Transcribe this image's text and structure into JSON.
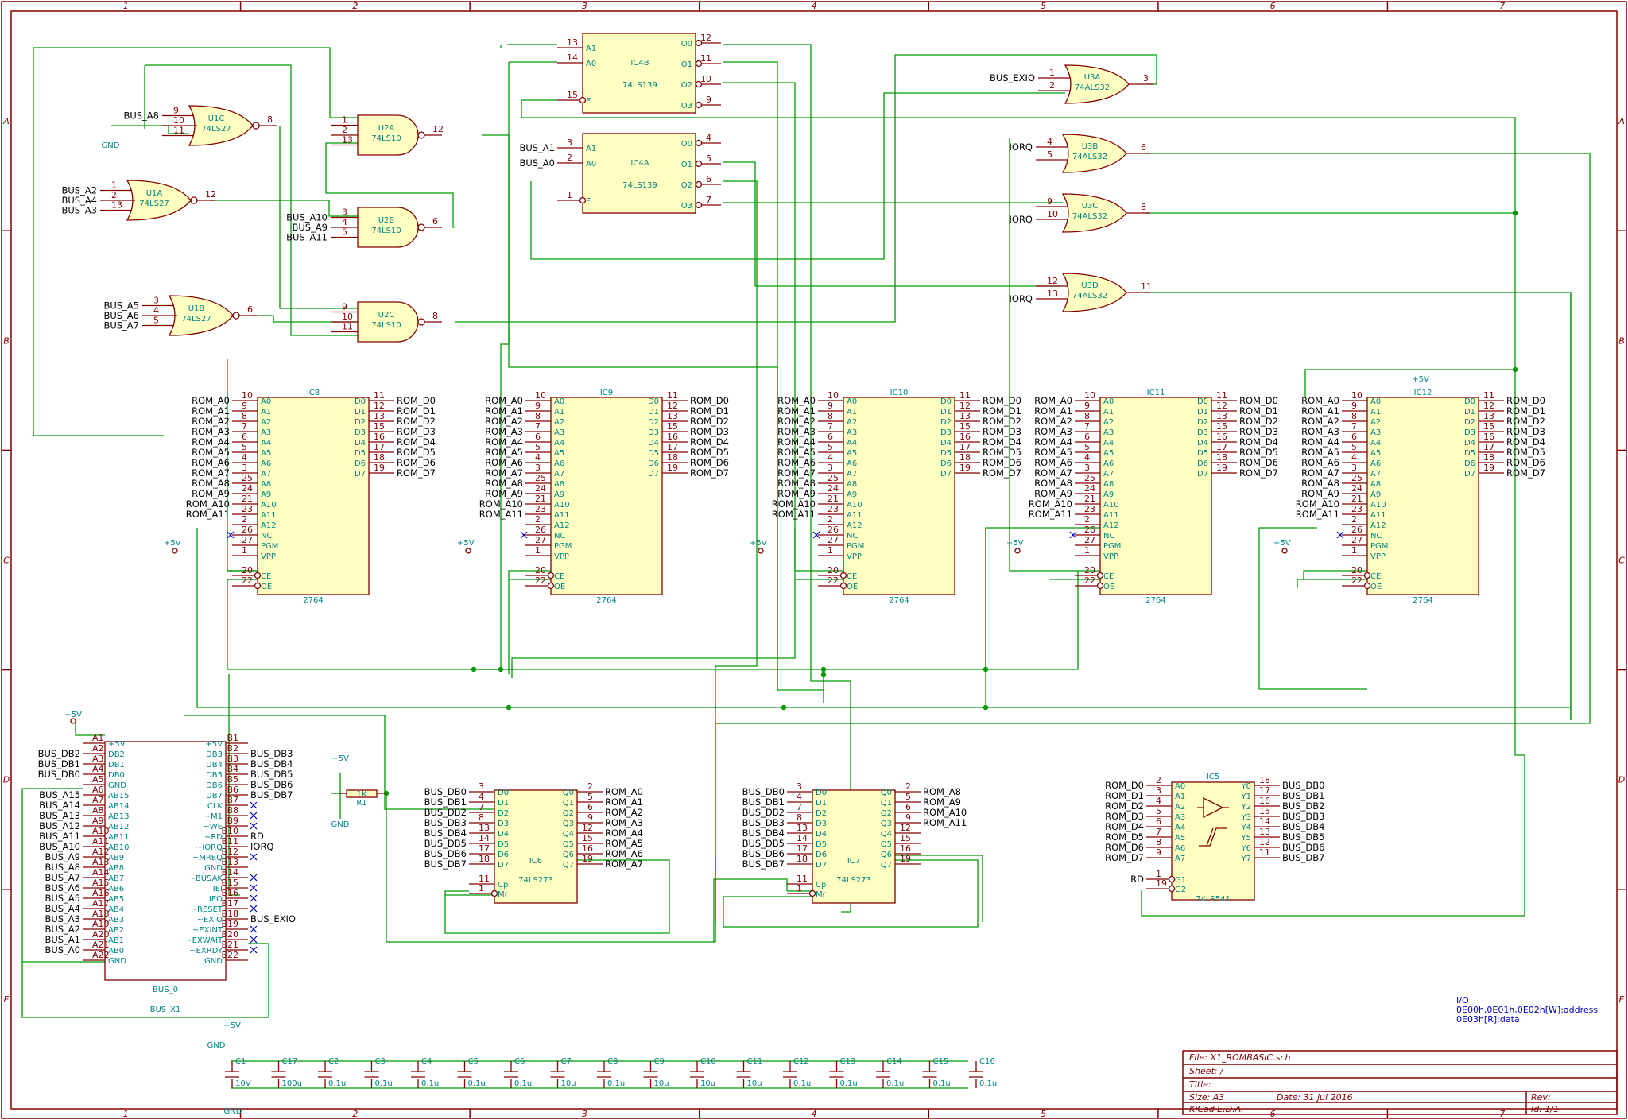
{
  "file": "File: X1_ROMBASIC.sch",
  "sheet": "Sheet: /",
  "title": "Title:",
  "size": "Size: A3",
  "date": "Date: 31 jul 2016",
  "rev": "Rev:",
  "tool": "KiCad E.D.A.",
  "id": "Id: 1/1",
  "note": [
    "I/O",
    "0E00h,0E01h,0E02h[W]:address",
    "0E03h[R]:data"
  ],
  "col_nums": [
    "1",
    "2",
    "3",
    "4",
    "5",
    "6",
    "7"
  ],
  "row_letters": [
    "A",
    "B",
    "C",
    "D",
    "E"
  ],
  "gates": [
    {
      "ref": "U1C",
      "part": "74LS27",
      "ins": [
        [
          "BUS_A8",
          "9"
        ],
        [
          "",
          "10"
        ],
        [
          "",
          "11"
        ]
      ],
      "out": "8"
    },
    {
      "ref": "U1A",
      "part": "74LS27",
      "ins": [
        [
          "BUS_A2",
          "1"
        ],
        [
          "BUS_A4",
          "2"
        ],
        [
          "BUS_A3",
          "13"
        ]
      ],
      "out": "12"
    },
    {
      "ref": "U1B",
      "part": "74LS27",
      "ins": [
        [
          "BUS_A5",
          "3"
        ],
        [
          "BUS_A6",
          "4"
        ],
        [
          "BUS_A7",
          "5"
        ]
      ],
      "out": "6"
    },
    {
      "ref": "U2A",
      "part": "74LS10",
      "ins": [
        [
          "",
          "1"
        ],
        [
          "",
          "2"
        ],
        [
          "",
          "13"
        ]
      ],
      "out": "12"
    },
    {
      "ref": "U2B",
      "part": "74LS10",
      "ins": [
        [
          "BUS_A10",
          "3"
        ],
        [
          "BUS_A9",
          "4"
        ],
        [
          "BUS_A11",
          "5"
        ]
      ],
      "out": "6"
    },
    {
      "ref": "U2C",
      "part": "74LS10",
      "ins": [
        [
          "",
          "9"
        ],
        [
          "",
          "10"
        ],
        [
          "",
          "11"
        ]
      ],
      "out": "8"
    },
    {
      "ref": "U3A",
      "part": "74ALS32",
      "ins": [
        [
          "BUS_EXIO",
          "1"
        ],
        [
          "",
          "2"
        ]
      ],
      "out": "3"
    },
    {
      "ref": "U3B",
      "part": "74ALS32",
      "ins": [
        [
          "IORQ",
          "4"
        ],
        [
          "",
          "5"
        ]
      ],
      "out": "6"
    },
    {
      "ref": "U3C",
      "part": "74ALS32",
      "ins": [
        [
          "",
          "9"
        ],
        [
          "IORQ",
          "10"
        ]
      ],
      "out": "8"
    },
    {
      "ref": "U3D",
      "part": "74ALS32",
      "ins": [
        [
          "",
          "12"
        ],
        [
          "IORQ",
          "13"
        ]
      ],
      "out": "11"
    }
  ],
  "dec": [
    {
      "ref": "IC4B",
      "part": "74LS139",
      "ins": [
        [
          "",
          "13",
          "A1"
        ],
        [
          "",
          "14",
          "A0"
        ],
        [
          "",
          "15",
          "E"
        ]
      ],
      "outs": [
        [
          "12",
          "O0"
        ],
        [
          "11",
          "O1"
        ],
        [
          "10",
          "O2"
        ],
        [
          "9",
          "O3"
        ]
      ]
    },
    {
      "ref": "IC4A",
      "part": "74LS139",
      "ins": [
        [
          "BUS_A1",
          "3",
          "A1"
        ],
        [
          "BUS_A0",
          "2",
          "A0"
        ],
        [
          "",
          "1",
          "E"
        ]
      ],
      "outs": [
        [
          "4",
          "O0"
        ],
        [
          "5",
          "O1"
        ],
        [
          "6",
          "O2"
        ],
        [
          "7",
          "O3"
        ]
      ]
    }
  ],
  "rom_part": "2764",
  "roms": [
    "IC8",
    "IC9",
    "IC10",
    "IC11",
    "IC12"
  ],
  "rom_left_pins": [
    [
      "10",
      "A0",
      "ROM_A0"
    ],
    [
      "9",
      "A1",
      "ROM_A1"
    ],
    [
      "8",
      "A2",
      "ROM_A2"
    ],
    [
      "7",
      "A3",
      "ROM_A3"
    ],
    [
      "6",
      "A4",
      "ROM_A4"
    ],
    [
      "5",
      "A5",
      "ROM_A5"
    ],
    [
      "4",
      "A6",
      "ROM_A6"
    ],
    [
      "3",
      "A7",
      "ROM_A7"
    ],
    [
      "25",
      "A8",
      "ROM_A8"
    ],
    [
      "24",
      "A9",
      "ROM_A9"
    ],
    [
      "21",
      "A10",
      "ROM_A10"
    ],
    [
      "23",
      "A11",
      "ROM_A11"
    ],
    [
      "2",
      "A12",
      ""
    ],
    [
      "26",
      "NC",
      ""
    ],
    [
      "27",
      "PGM",
      ""
    ],
    [
      "1",
      "VPP",
      ""
    ],
    [
      "20",
      "CE",
      ""
    ],
    [
      "22",
      "OE",
      ""
    ]
  ],
  "rom_right_pins": [
    [
      "11",
      "D0",
      "ROM_D0"
    ],
    [
      "12",
      "D1",
      "ROM_D1"
    ],
    [
      "13",
      "D2",
      "ROM_D2"
    ],
    [
      "15",
      "D3",
      "ROM_D3"
    ],
    [
      "16",
      "D4",
      "ROM_D4"
    ],
    [
      "17",
      "D5",
      "ROM_D5"
    ],
    [
      "18",
      "D6",
      "ROM_D6"
    ],
    [
      "19",
      "D7",
      "ROM_D7"
    ]
  ],
  "latches": [
    {
      "ref": "IC6",
      "part": "74LS273",
      "ins": [
        [
          "BUS_DB0",
          "3",
          "D0"
        ],
        [
          "BUS_DB1",
          "4",
          "D1"
        ],
        [
          "BUS_DB2",
          "7",
          "D2"
        ],
        [
          "BUS_DB3",
          "8",
          "D3"
        ],
        [
          "BUS_DB4",
          "13",
          "D4"
        ],
        [
          "BUS_DB5",
          "14",
          "D5"
        ],
        [
          "BUS_DB6",
          "17",
          "D6"
        ],
        [
          "BUS_DB7",
          "18",
          "D7"
        ]
      ],
      "outs": [
        [
          "2",
          "Q0",
          "ROM_A0"
        ],
        [
          "5",
          "Q1",
          "ROM_A1"
        ],
        [
          "6",
          "Q2",
          "ROM_A2"
        ],
        [
          "9",
          "Q3",
          "ROM_A3"
        ],
        [
          "12",
          "Q4",
          "ROM_A4"
        ],
        [
          "15",
          "Q5",
          "ROM_A5"
        ],
        [
          "16",
          "Q6",
          "ROM_A6"
        ],
        [
          "19",
          "Q7",
          "ROM_A7"
        ]
      ],
      "clk": [
        [
          "11",
          "Cp"
        ],
        [
          "1",
          "Mr"
        ]
      ]
    },
    {
      "ref": "IC7",
      "part": "74LS273",
      "ins": [
        [
          "BUS_DB0",
          "3",
          "D0"
        ],
        [
          "BUS_DB1",
          "4",
          "D1"
        ],
        [
          "BUS_DB2",
          "7",
          "D2"
        ],
        [
          "BUS_DB3",
          "8",
          "D3"
        ],
        [
          "BUS_DB4",
          "13",
          "D4"
        ],
        [
          "BUS_DB5",
          "14",
          "D5"
        ],
        [
          "BUS_DB6",
          "17",
          "D6"
        ],
        [
          "BUS_DB7",
          "18",
          "D7"
        ]
      ],
      "outs": [
        [
          "2",
          "Q0",
          "ROM_A8"
        ],
        [
          "5",
          "Q1",
          "ROM_A9"
        ],
        [
          "6",
          "Q2",
          "ROM_A10"
        ],
        [
          "9",
          "Q3",
          "ROM_A11"
        ],
        [
          "12",
          "Q4",
          ""
        ],
        [
          "15",
          "Q5",
          ""
        ],
        [
          "16",
          "Q6",
          ""
        ],
        [
          "19",
          "Q7",
          ""
        ]
      ],
      "clk": [
        [
          "11",
          "Cp"
        ],
        [
          "1",
          "Mr"
        ]
      ]
    }
  ],
  "buffer": {
    "ref": "IC5",
    "part": "74LS541",
    "ins": [
      [
        "ROM_D0",
        "2",
        "A0"
      ],
      [
        "ROM_D1",
        "3",
        "A1"
      ],
      [
        "ROM_D2",
        "4",
        "A2"
      ],
      [
        "ROM_D3",
        "5",
        "A3"
      ],
      [
        "ROM_D4",
        "6",
        "A4"
      ],
      [
        "ROM_D5",
        "7",
        "A5"
      ],
      [
        "ROM_D6",
        "8",
        "A6"
      ],
      [
        "ROM_D7",
        "9",
        "A7"
      ]
    ],
    "outs": [
      [
        "18",
        "Y0",
        "BUS_DB0"
      ],
      [
        "17",
        "Y1",
        "BUS_DB1"
      ],
      [
        "16",
        "Y2",
        "BUS_DB2"
      ],
      [
        "15",
        "Y3",
        "BUS_DB3"
      ],
      [
        "14",
        "Y4",
        "BUS_DB4"
      ],
      [
        "13",
        "Y5",
        "BUS_DB5"
      ],
      [
        "12",
        "Y6",
        "BUS_DB6"
      ],
      [
        "11",
        "Y7",
        "BUS_DB7"
      ]
    ],
    "gs": [
      [
        "RD",
        "1",
        "G1"
      ],
      [
        "",
        "19",
        "G2"
      ]
    ]
  },
  "bus": {
    "ref": "BUS_0",
    "value": "BUS_X1",
    "a": [
      [
        "A1",
        "+5V",
        ""
      ],
      [
        "A2",
        "DB2",
        "BUS_DB2"
      ],
      [
        "A3",
        "DB1",
        "BUS_DB1"
      ],
      [
        "A4",
        "DB0",
        "BUS_DB0"
      ],
      [
        "A5",
        "GND",
        ""
      ],
      [
        "A6",
        "AB15",
        "BUS_A15"
      ],
      [
        "A7",
        "AB14",
        "BUS_A14"
      ],
      [
        "A8",
        "AB13",
        "BUS_A13"
      ],
      [
        "A9",
        "AB12",
        "BUS_A12"
      ],
      [
        "A10",
        "AB11",
        "BUS_A11"
      ],
      [
        "A11",
        "AB10",
        "BUS_A10"
      ],
      [
        "A12",
        "AB9",
        "BUS_A9"
      ],
      [
        "A13",
        "AB8",
        "BUS_A8"
      ],
      [
        "A14",
        "AB7",
        "BUS_A7"
      ],
      [
        "A15",
        "AB6",
        "BUS_A6"
      ],
      [
        "A16",
        "AB5",
        "BUS_A5"
      ],
      [
        "A17",
        "AB4",
        "BUS_A4"
      ],
      [
        "A18",
        "AB3",
        "BUS_A3"
      ],
      [
        "A19",
        "AB2",
        "BUS_A2"
      ],
      [
        "A20",
        "AB1",
        "BUS_A1"
      ],
      [
        "A21",
        "AB0",
        "BUS_A0"
      ],
      [
        "A22",
        "GND",
        ""
      ]
    ],
    "b": [
      [
        "B1",
        "+5V",
        ""
      ],
      [
        "B2",
        "DB3",
        "BUS_DB3"
      ],
      [
        "B3",
        "DB4",
        "BUS_DB4"
      ],
      [
        "B4",
        "DB5",
        "BUS_DB5"
      ],
      [
        "B5",
        "DB6",
        "BUS_DB6"
      ],
      [
        "B6",
        "DB7",
        "BUS_DB7"
      ],
      [
        "B7",
        "CLK",
        ""
      ],
      [
        "B8",
        "~M1",
        ""
      ],
      [
        "B9",
        "~WE",
        ""
      ],
      [
        "B10",
        "~RD",
        "RD"
      ],
      [
        "B11",
        "~IORQ",
        "IORQ"
      ],
      [
        "B12",
        "~MREQ",
        ""
      ],
      [
        "B13",
        "GND",
        ""
      ],
      [
        "B14",
        "~BUSAK",
        ""
      ],
      [
        "B15",
        "IEI",
        ""
      ],
      [
        "B16",
        "IEO",
        ""
      ],
      [
        "B17",
        "~RESET",
        ""
      ],
      [
        "B18",
        "~EXIO",
        "BUS_EXIO"
      ],
      [
        "B19",
        "~EXINT",
        ""
      ],
      [
        "B20",
        "~EXWAIT",
        ""
      ],
      [
        "B21",
        "~EXRDY",
        ""
      ],
      [
        "B22",
        "GND",
        ""
      ]
    ]
  },
  "res": {
    "ref": "R1",
    "value": "1K"
  },
  "caps": [
    [
      "C1",
      "10V"
    ],
    [
      "C17",
      "100u"
    ],
    [
      "C2",
      "0.1u"
    ],
    [
      "C3",
      "0.1u"
    ],
    [
      "C4",
      "0.1u"
    ],
    [
      "C5",
      "0.1u"
    ],
    [
      "C6",
      "0.1u"
    ],
    [
      "C7",
      "10u"
    ],
    [
      "C8",
      "0.1u"
    ],
    [
      "C9",
      "10u"
    ],
    [
      "C10",
      "10u"
    ],
    [
      "C11",
      "10u"
    ],
    [
      "C12",
      "0.1u"
    ],
    [
      "C13",
      "0.1u"
    ],
    [
      "C14",
      "0.1u"
    ],
    [
      "C15",
      "0.1u"
    ],
    [
      "C16",
      "0.1u"
    ]
  ],
  "pwr_5v": "+5V",
  "pwr_gnd": "GND"
}
